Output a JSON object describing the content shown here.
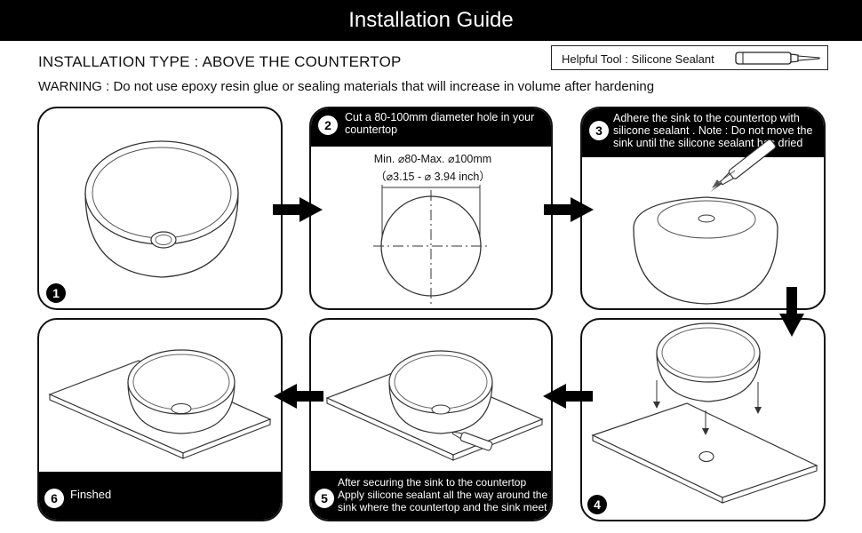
{
  "header": {
    "title": "Installation Guide"
  },
  "intro": {
    "installation_type": "INSTALLATION TYPE : ABOVE THE COUNTERTOP",
    "warning": "WARNING : Do not use epoxy resin glue or sealing materials that will increase in volume after hardening"
  },
  "tool": {
    "label": "Helpful Tool : Silicone Sealant",
    "icon": "sealant-tube-icon"
  },
  "steps": [
    {
      "number": "1",
      "text": ""
    },
    {
      "number": "2",
      "text": "Cut a 80-100mm diameter hole in your countertop",
      "dim_line1": "Min. ⌀80-Max. ⌀100mm",
      "dim_line2": "（⌀3.15 - ⌀ 3.94 inch）"
    },
    {
      "number": "3",
      "text": "Adhere the sink to the countertop with silicone sealant . Note : Do not move the sink until the silicone sealant has dried"
    },
    {
      "number": "4",
      "text": ""
    },
    {
      "number": "5",
      "text": "After securing the sink to the countertop Apply silicone sealant all the way around the sink where the countertop and the sink meet"
    },
    {
      "number": "6",
      "text": "Finshed"
    }
  ]
}
